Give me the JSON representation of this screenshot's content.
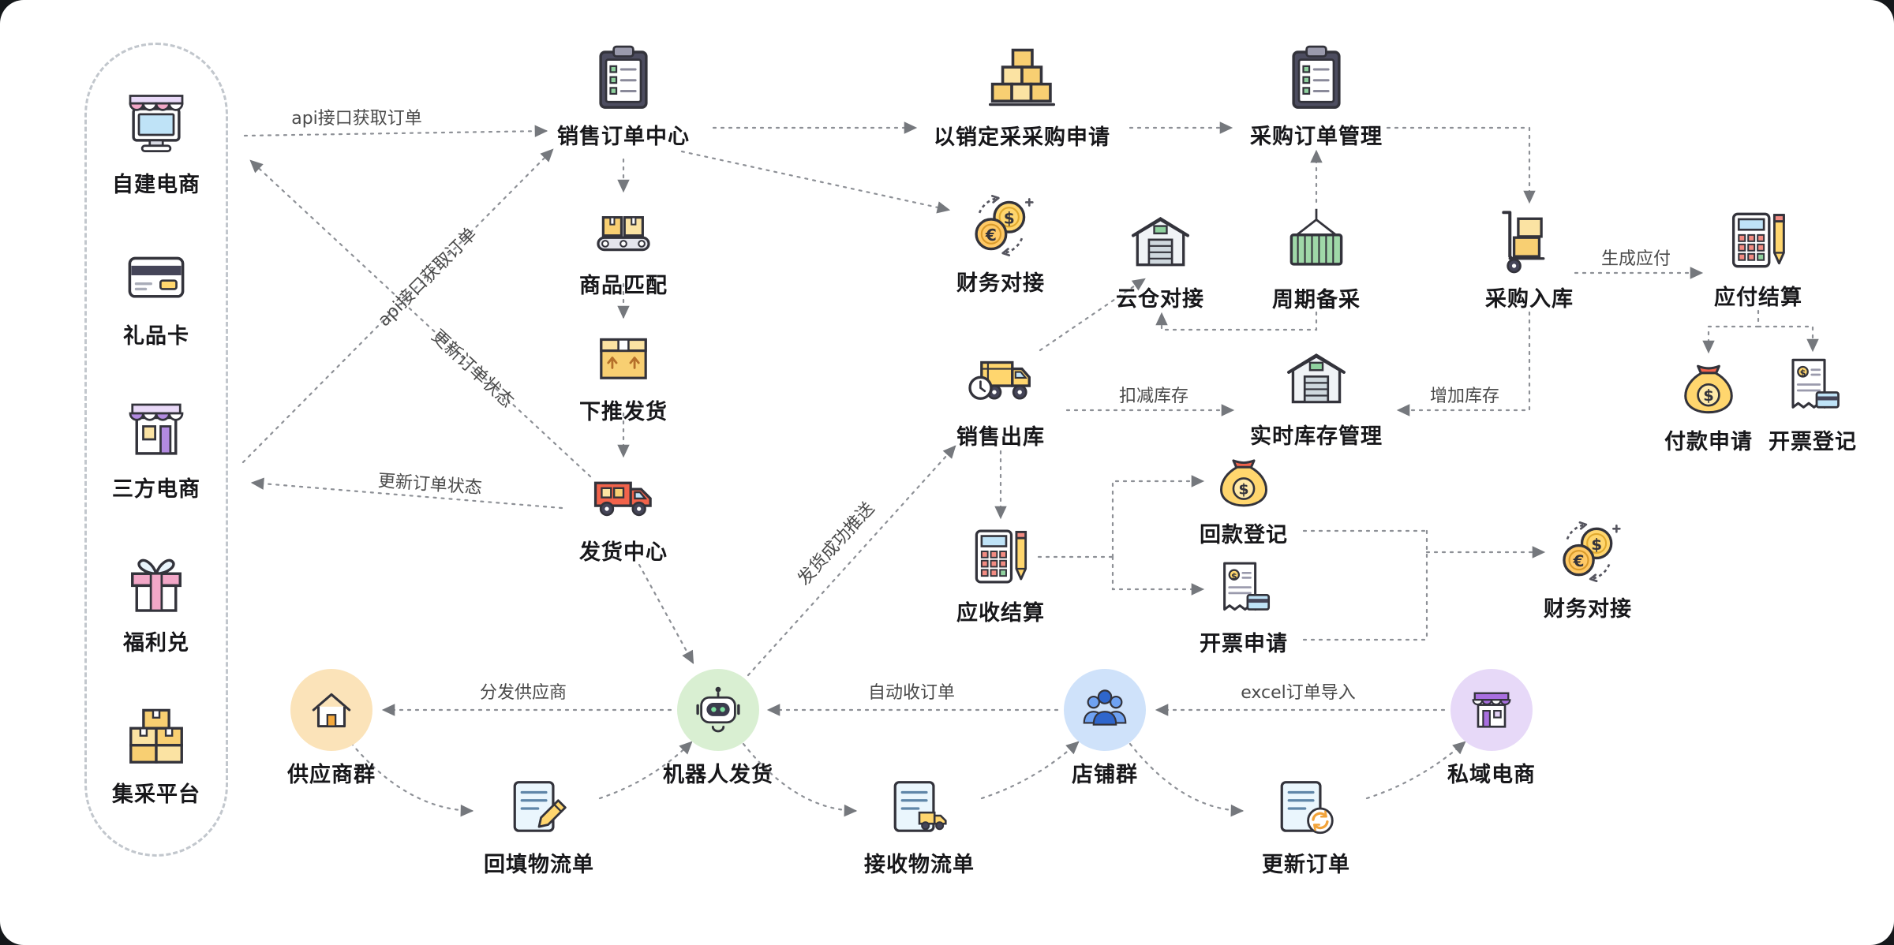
{
  "source_panel": {
    "items": [
      {
        "label": "自建电商",
        "icon": "monitor-store-icon"
      },
      {
        "label": "礼品卡",
        "icon": "gift-card-icon"
      },
      {
        "label": "三方电商",
        "icon": "storefront-icon"
      },
      {
        "label": "福利兑",
        "icon": "gift-icon"
      },
      {
        "label": "集采平台",
        "icon": "stacked-boxes-icon"
      }
    ]
  },
  "nodes": {
    "sales_order_center": {
      "label": "销售订单中心",
      "icon": "clipboard-icon"
    },
    "sales_based_purchase_req": {
      "label": "以销定采采购申请",
      "icon": "box-pyramid-icon"
    },
    "purchase_order_mgmt": {
      "label": "采购订单管理",
      "icon": "clipboard-icon"
    },
    "product_matching": {
      "label": "商品匹配",
      "icon": "conveyor-boxes-icon"
    },
    "push_shipping": {
      "label": "下推发货",
      "icon": "parcel-box-icon"
    },
    "shipping_center": {
      "label": "发货中心",
      "icon": "delivery-truck-icon"
    },
    "finance_integration_1": {
      "label": "财务对接",
      "icon": "currency-exchange-icon"
    },
    "cloud_warehouse": {
      "label": "云仓对接",
      "icon": "warehouse-icon"
    },
    "cycle_purchase": {
      "label": "周期备采",
      "icon": "cargo-container-icon"
    },
    "purchase_inbound": {
      "label": "采购入库",
      "icon": "hand-truck-icon"
    },
    "payable_settlement": {
      "label": "应付结算",
      "icon": "calculator-pencil-icon"
    },
    "payment_request": {
      "label": "付款申请",
      "icon": "money-bag-icon"
    },
    "invoice_register": {
      "label": "开票登记",
      "icon": "invoice-receipt-icon"
    },
    "sales_outbound": {
      "label": "销售出库",
      "icon": "truck-clock-icon"
    },
    "realtime_inventory": {
      "label": "实时库存管理",
      "icon": "warehouse-icon"
    },
    "receivable_settlement": {
      "label": "应收结算",
      "icon": "calculator-pencil-icon"
    },
    "collection_register": {
      "label": "回款登记",
      "icon": "money-bag-icon"
    },
    "invoice_request": {
      "label": "开票申请",
      "icon": "invoice-receipt-icon"
    },
    "finance_integration_2": {
      "label": "财务对接",
      "icon": "currency-exchange-icon"
    },
    "supplier_group": {
      "label": "供应商群",
      "icon": "house-icon"
    },
    "robot_shipping": {
      "label": "机器人发货",
      "icon": "robot-icon"
    },
    "shop_group": {
      "label": "店铺群",
      "icon": "people-group-icon"
    },
    "private_ecommerce": {
      "label": "私域电商",
      "icon": "purple-storefront-icon"
    },
    "backfill_logistics": {
      "label": "回填物流单",
      "icon": "document-pencil-icon"
    },
    "receive_logistics": {
      "label": "接收物流单",
      "icon": "document-truck-icon"
    },
    "update_order": {
      "label": "更新订单",
      "icon": "document-refresh-icon"
    }
  },
  "edge_labels": {
    "api_fetch_order_1": "api接口获取订单",
    "api_fetch_order_2": "api接口获取订单",
    "update_order_status_1": "更新订单状态",
    "update_order_status_2": "更新订单状态",
    "generate_payable": "生成应付",
    "deduct_inventory": "扣减库存",
    "increase_inventory": "增加库存",
    "shipping_success_push": "发货成功推送",
    "distribute_suppliers": "分发供应商",
    "auto_receive_orders": "自动收订单",
    "excel_order_import": "excel订单导入"
  },
  "palette": {
    "connector_line": "#8d9096",
    "supplier_circle_bg": "#fbe3b9",
    "robot_circle_bg": "#d9efd2",
    "shop_circle_bg": "#cfe2fa",
    "private_circle_bg": "#e7d9f8",
    "box_yellow": "#f8cf72",
    "accent_red": "#f2634b",
    "accent_green": "#9fd8a8"
  }
}
